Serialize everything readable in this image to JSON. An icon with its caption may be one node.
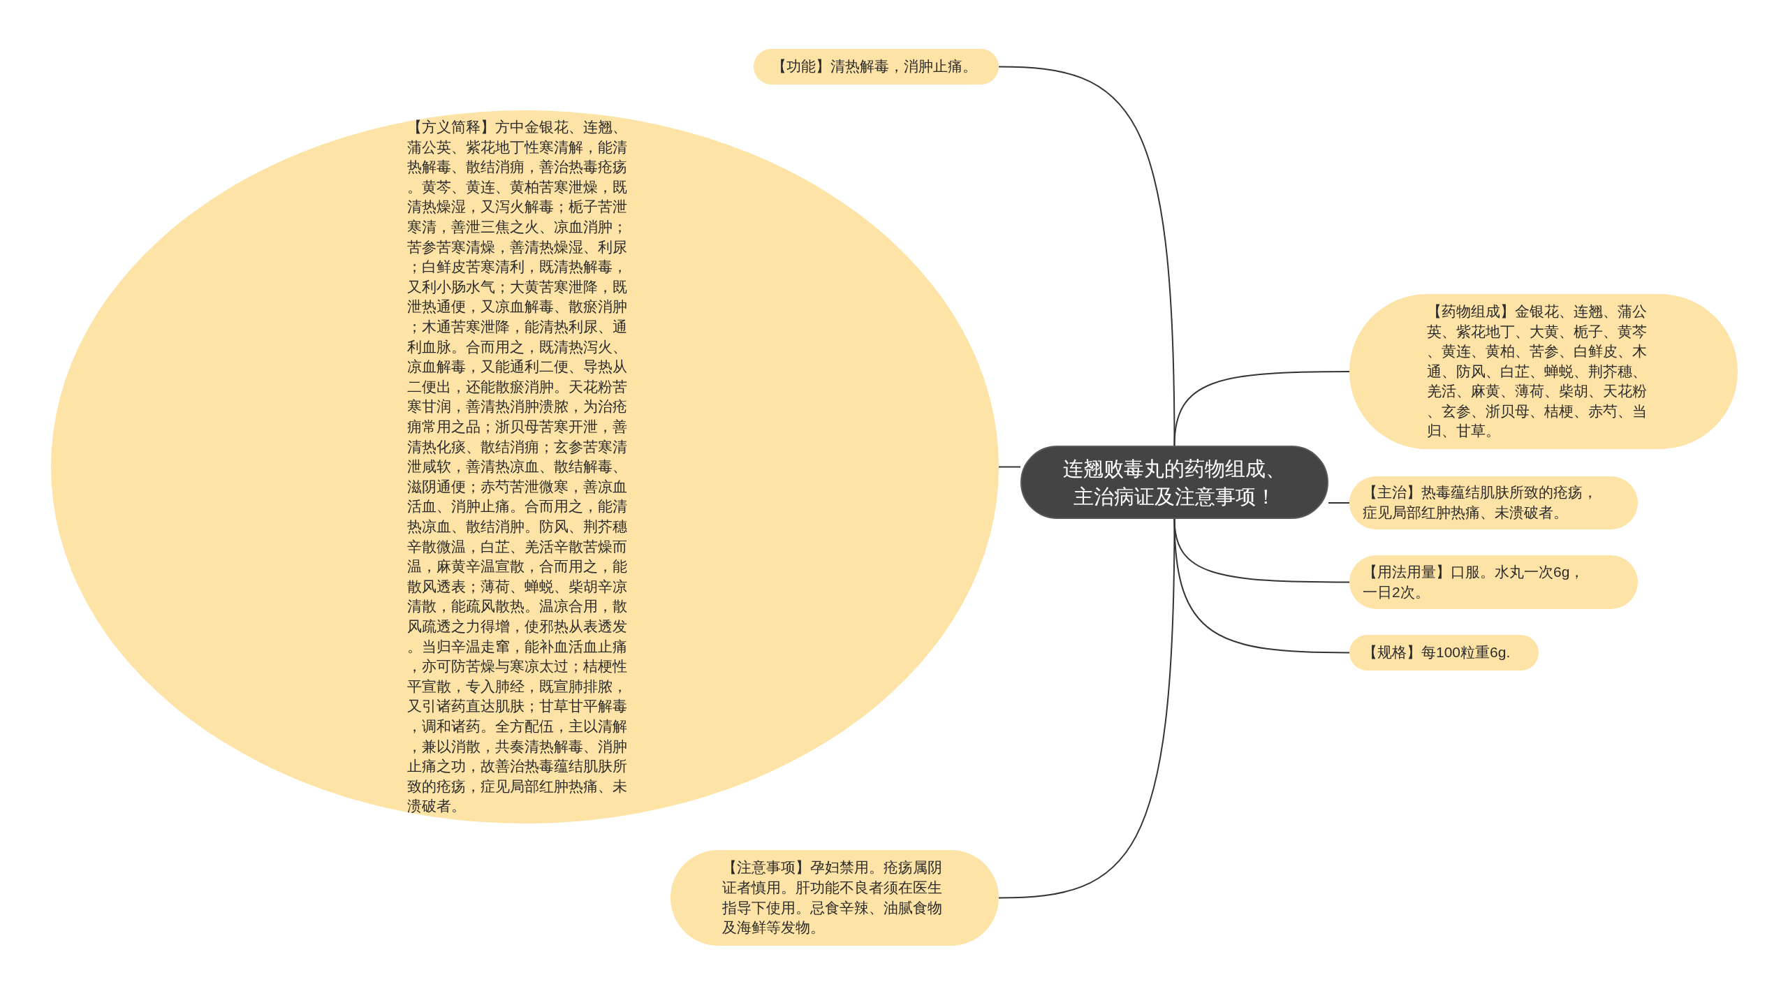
{
  "diagram": {
    "nodes": [
      {
        "text": [
          "连翘败毒丸的药物组成、主治病证及注意事项！"
        ]
      },
      {
        "text": [
          "【功能】清热解毒，消肿止痛。"
        ]
      },
      {
        "text": [
          "【方义简释】方中金银花、连翘、蒲公英、紫花地丁性寒清解，能清热解毒、散结消痈，善治热毒疮疡。黄芩、黄连、黄柏苦寒泄燥，既清热燥湿，又泻火解毒；栀子苦泄寒清，善泄三焦之火、凉血消肿；苦参苦寒清燥，善清热燥湿、利尿；白鲜皮苦寒清利，既清热解毒，又利小肠水气；大黄苦寒泄降，既泄热通便，又凉血解毒、散瘀消肿；木通苦寒泄降，能清热利尿、通利血脉。合而用之，既清热泻火、凉血解毒，又能通利二便、导热从二便出，还能散瘀消肿。天花粉苦寒甘润，善清热消肿溃脓，为治疮痈常用之品；浙贝母苦寒开泄，善清热化痰、散结消痈；玄参苦寒清泄咸软，善清热凉血、散结解毒、滋阴通便；赤芍苦泄微寒，善凉血活血、消肿止痛。合而用之，能清热凉血、散结消肿。防风、荆芥穗辛散微温，白芷、羌活辛散苦燥而温，麻黄辛温宣散，合而用之，能散风透表；薄荷、蝉蜕、柴胡辛凉清散，能疏风散热。温凉合用，散风疏透之力得增，使邪热从表透发。当归辛温走窜，能补血活血止痛，亦可防苦燥与寒凉太过；桔梗性平宣散，专入肺经，既宣肺排脓，又引诸药直达肌肤；甘草甘平解毒，调和诸药。全方配伍，主以清解，兼以消散，共奏清热解毒、消肿止痛之功，故善治热毒蕴结肌肤所致的疮疡，症见局部红肿热痛、未溃破者。"
        ]
      },
      {
        "text": [
          "【药物组成】金银花、连翘、蒲公英、紫花地丁、大黄、栀子、黄芩、黄连、黄柏、苦参、白鲜皮、木通、防风、白芷、蝉蜕、荆芥穗、羌活、麻黄、薄荷、柴胡、天花粉、玄参、浙贝母、桔梗、赤芍、当归、甘草。"
        ]
      },
      {
        "text": [
          "【主治】热毒蕴结肌肤所致的疮疡，症见局部红肿热痛、未溃破者。"
        ]
      },
      {
        "text": [
          "【用法用量】口服。水丸一次6g，一日2次。"
        ]
      },
      {
        "text": [
          "【规格】每100粒重6g."
        ]
      },
      {
        "text": [
          "【注意事项】孕妇禁用。疮疡属阴证者慎用。肝功能不良者须在医生指导下使用。忌食辛辣、油腻食物及海鲜等发物。"
        ]
      }
    ],
    "edges": [
      {
        "from": 0,
        "to": 1,
        "arrow": "none"
      },
      {
        "from": 0,
        "to": 2,
        "arrow": "none"
      },
      {
        "from": 0,
        "to": 3,
        "arrow": "none"
      },
      {
        "from": 0,
        "to": 4,
        "arrow": "none"
      },
      {
        "from": 0,
        "to": 5,
        "arrow": "none"
      },
      {
        "from": 0,
        "to": 6,
        "arrow": "none"
      },
      {
        "from": 0,
        "to": 7,
        "arrow": "none"
      }
    ]
  }
}
